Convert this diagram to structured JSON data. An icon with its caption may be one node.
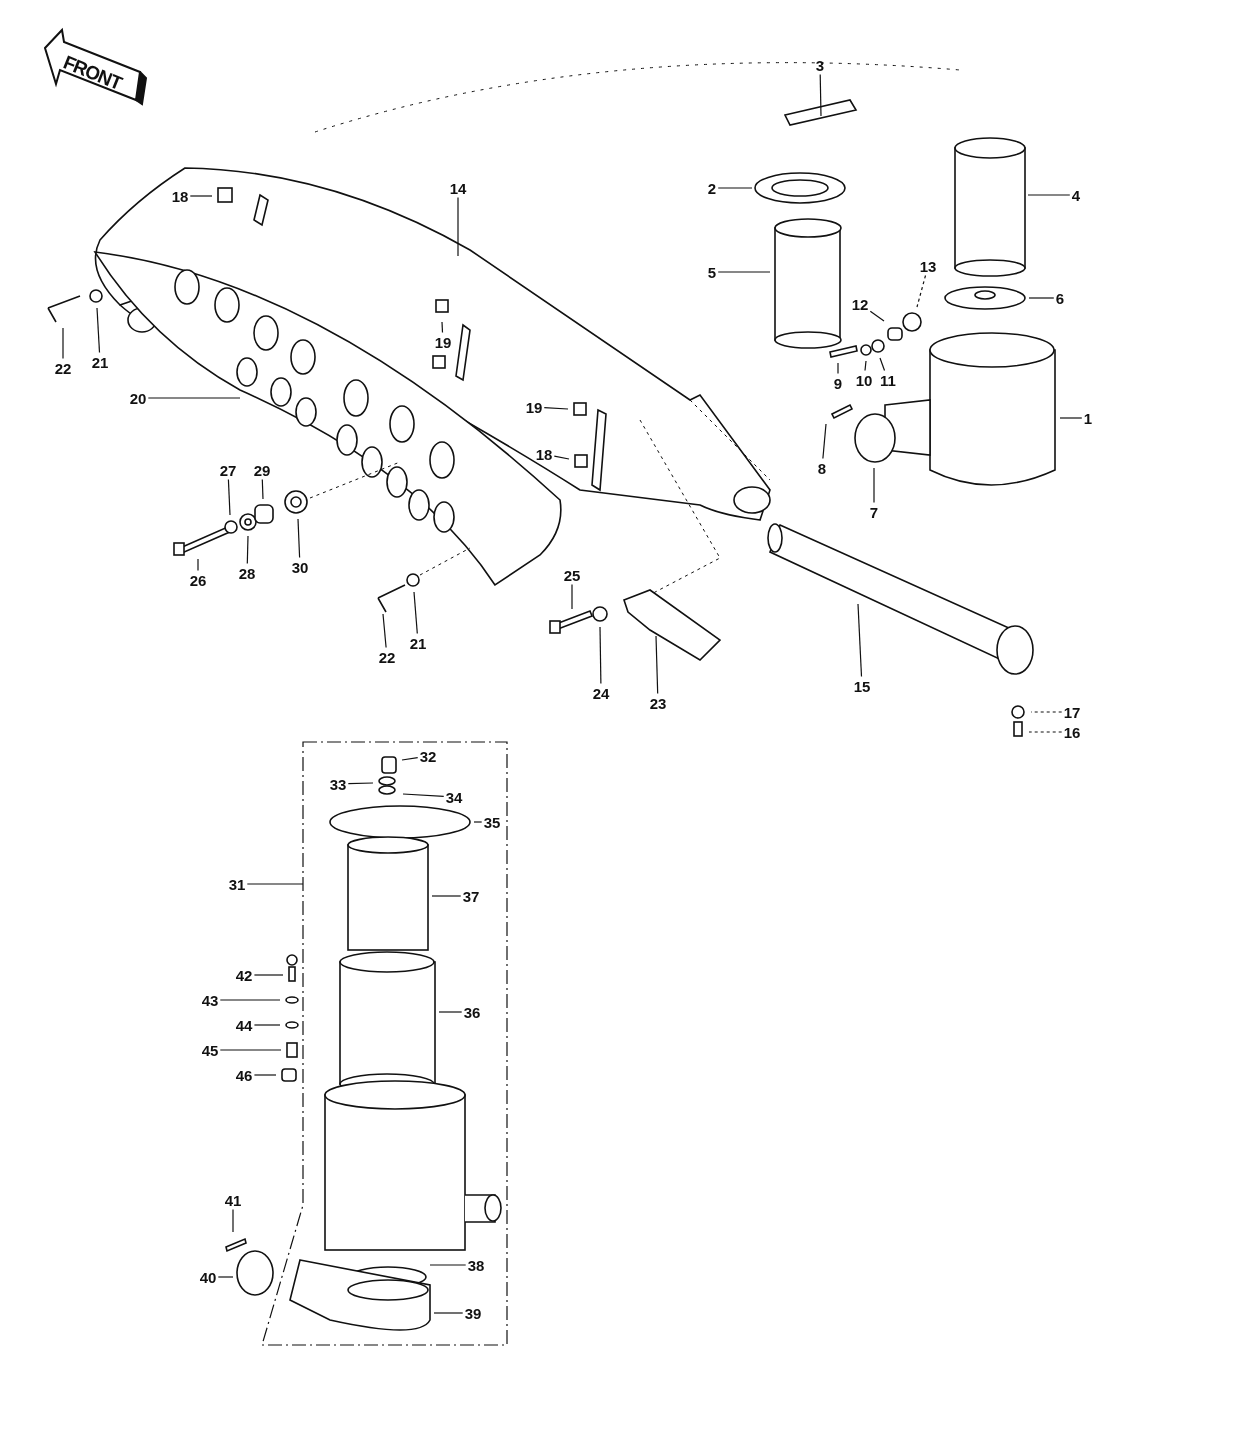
{
  "diagram": {
    "nodes": [
      {
        "text": [
          "3"
        ]
      },
      {
        "text": [
          "2"
        ]
      },
      {
        "text": [
          "14"
        ]
      },
      {
        "text": [
          "18"
        ]
      },
      {
        "text": [
          "4"
        ]
      },
      {
        "text": [
          "13"
        ]
      },
      {
        "text": [
          "5"
        ]
      },
      {
        "text": [
          "12"
        ]
      },
      {
        "text": [
          "6"
        ]
      },
      {
        "text": [
          "19"
        ]
      },
      {
        "text": [
          "21"
        ]
      },
      {
        "text": [
          "22"
        ]
      },
      {
        "text": [
          "9"
        ]
      },
      {
        "text": [
          "10"
        ]
      },
      {
        "text": [
          "11"
        ]
      },
      {
        "text": [
          "20"
        ]
      },
      {
        "text": [
          "19"
        ]
      },
      {
        "text": [
          "1"
        ]
      },
      {
        "text": [
          "8"
        ]
      },
      {
        "text": [
          "18"
        ]
      },
      {
        "text": [
          "27"
        ]
      },
      {
        "text": [
          "29"
        ]
      },
      {
        "text": [
          "7"
        ]
      },
      {
        "text": [
          "30"
        ]
      },
      {
        "text": [
          "26"
        ]
      },
      {
        "text": [
          "28"
        ]
      },
      {
        "text": [
          "25"
        ]
      },
      {
        "text": [
          "15"
        ]
      },
      {
        "text": [
          "21"
        ]
      },
      {
        "text": [
          "22"
        ]
      },
      {
        "text": [
          "24"
        ]
      },
      {
        "text": [
          "23"
        ]
      },
      {
        "text": [
          "17"
        ]
      },
      {
        "text": [
          "16"
        ]
      },
      {
        "text": [
          "32"
        ]
      },
      {
        "text": [
          "33"
        ]
      },
      {
        "text": [
          "34"
        ]
      },
      {
        "text": [
          "35"
        ]
      },
      {
        "text": [
          "31"
        ]
      },
      {
        "text": [
          "37"
        ]
      },
      {
        "text": [
          "42"
        ]
      },
      {
        "text": [
          "43"
        ]
      },
      {
        "text": [
          "44"
        ]
      },
      {
        "text": [
          "45"
        ]
      },
      {
        "text": [
          "46"
        ]
      },
      {
        "text": [
          "36"
        ]
      },
      {
        "text": [
          "41"
        ]
      },
      {
        "text": [
          "38"
        ]
      },
      {
        "text": [
          "40"
        ]
      },
      {
        "text": [
          "39"
        ]
      }
    ],
    "edges": [
      {
        "from": 0,
        "to": null,
        "arrow": "none"
      },
      {
        "from": 1,
        "to": null,
        "arrow": "none"
      },
      {
        "from": 2,
        "to": null,
        "arrow": "none"
      },
      {
        "from": 3,
        "to": null,
        "arrow": "none"
      },
      {
        "from": 4,
        "to": null,
        "arrow": "none"
      },
      {
        "from": 5,
        "to": null,
        "arrow": "none",
        "style": "dashed"
      },
      {
        "from": 6,
        "to": null,
        "arrow": "none"
      },
      {
        "from": 7,
        "to": null,
        "arrow": "none"
      },
      {
        "from": 8,
        "to": null,
        "arrow": "none"
      },
      {
        "from": 9,
        "to": null,
        "arrow": "none"
      },
      {
        "from": 10,
        "to": null,
        "arrow": "none"
      },
      {
        "from": 11,
        "to": null,
        "arrow": "none"
      },
      {
        "from": 12,
        "to": null,
        "arrow": "none"
      },
      {
        "from": 13,
        "to": null,
        "arrow": "none"
      },
      {
        "from": 14,
        "to": null,
        "arrow": "none"
      },
      {
        "from": 15,
        "to": null,
        "arrow": "none"
      },
      {
        "from": 16,
        "to": null,
        "arrow": "none"
      },
      {
        "from": 17,
        "to": null,
        "arrow": "none"
      },
      {
        "from": 18,
        "to": null,
        "arrow": "none"
      },
      {
        "from": 19,
        "to": null,
        "arrow": "none"
      },
      {
        "from": 20,
        "to": null,
        "arrow": "none"
      },
      {
        "from": 21,
        "to": null,
        "arrow": "none"
      },
      {
        "from": 22,
        "to": null,
        "arrow": "none"
      },
      {
        "from": 23,
        "to": null,
        "arrow": "none"
      },
      {
        "from": 24,
        "to": null,
        "arrow": "none"
      },
      {
        "from": 25,
        "to": null,
        "arrow": "none"
      },
      {
        "from": 26,
        "to": null,
        "arrow": "none"
      },
      {
        "from": 27,
        "to": null,
        "arrow": "none"
      },
      {
        "from": 28,
        "to": null,
        "arrow": "none"
      },
      {
        "from": 29,
        "to": null,
        "arrow": "none"
      },
      {
        "from": 30,
        "to": null,
        "arrow": "none"
      },
      {
        "from": 31,
        "to": null,
        "arrow": "none"
      },
      {
        "from": 32,
        "to": null,
        "arrow": "none",
        "style": "dashed"
      },
      {
        "from": 33,
        "to": null,
        "arrow": "none",
        "style": "dashed"
      },
      {
        "from": 34,
        "to": null,
        "arrow": "none"
      },
      {
        "from": 35,
        "to": null,
        "arrow": "none"
      },
      {
        "from": 36,
        "to": null,
        "arrow": "none"
      },
      {
        "from": 37,
        "to": null,
        "arrow": "none"
      },
      {
        "from": 38,
        "to": null,
        "arrow": "none"
      },
      {
        "from": 39,
        "to": null,
        "arrow": "none"
      },
      {
        "from": 40,
        "to": null,
        "arrow": "none"
      },
      {
        "from": 41,
        "to": null,
        "arrow": "none"
      },
      {
        "from": 42,
        "to": null,
        "arrow": "none"
      },
      {
        "from": 43,
        "to": null,
        "arrow": "none"
      },
      {
        "from": 44,
        "to": null,
        "arrow": "none"
      },
      {
        "from": 45,
        "to": null,
        "arrow": "none"
      },
      {
        "from": 46,
        "to": null,
        "arrow": "none"
      },
      {
        "from": 47,
        "to": null,
        "arrow": "none"
      },
      {
        "from": 48,
        "to": null,
        "arrow": "none"
      },
      {
        "from": 49,
        "to": null,
        "arrow": "none"
      }
    ],
    "labels": [
      "FRONT"
    ]
  }
}
